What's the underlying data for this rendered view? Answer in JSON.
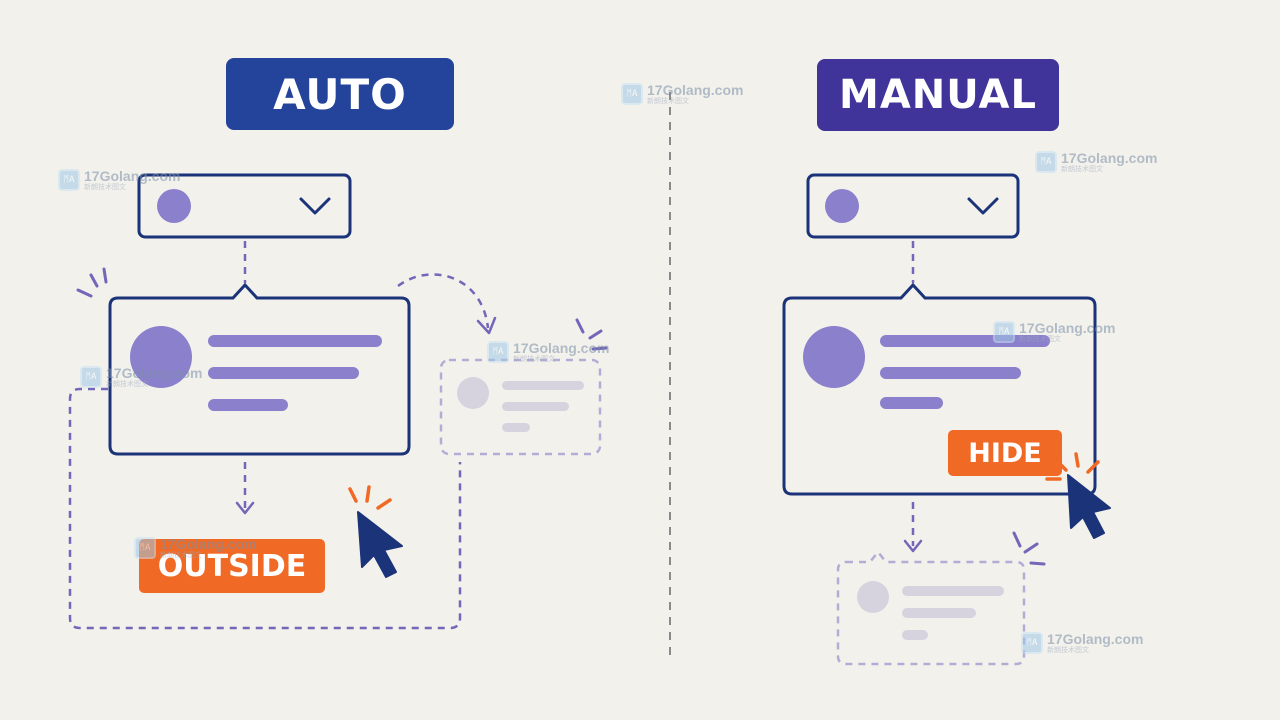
{
  "colors": {
    "background": "#f3f1ec",
    "navy": "#1b3378",
    "auto_label": "#23449a",
    "manual_label": "#40349a",
    "purple": "#8b80cc",
    "dashed": "#7466b8",
    "faded": "#b3acd6",
    "faded_gray": "#d6d3df",
    "orange": "#f06a25"
  },
  "left": {
    "title": "AUTO",
    "button_label": "OUTSIDE"
  },
  "right": {
    "title": "MANUAL",
    "button_label": "HIDE"
  },
  "watermark": {
    "site": "17Golang.com",
    "tagline": "新朗技术图文",
    "logo_text": "ᛗA"
  },
  "icons": [
    "chevron-down-icon",
    "cursor-icon",
    "click-burst-icon"
  ]
}
